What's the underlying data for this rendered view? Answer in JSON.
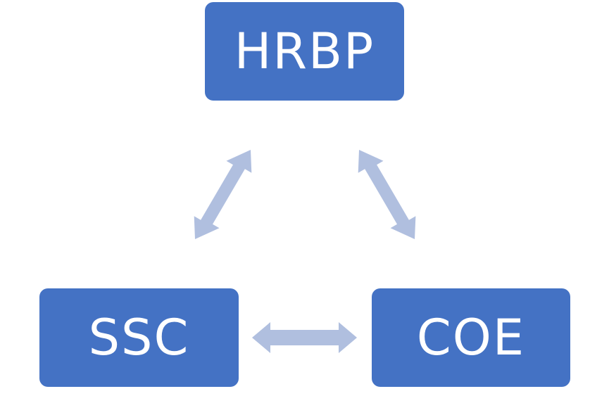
{
  "nodes": {
    "top": {
      "label": "HRBP"
    },
    "left": {
      "label": "SSC"
    },
    "right": {
      "label": "COE"
    }
  },
  "colors": {
    "box_fill": "#4472c4",
    "box_text": "#ffffff",
    "arrow_fill": "#b0bfdf"
  }
}
